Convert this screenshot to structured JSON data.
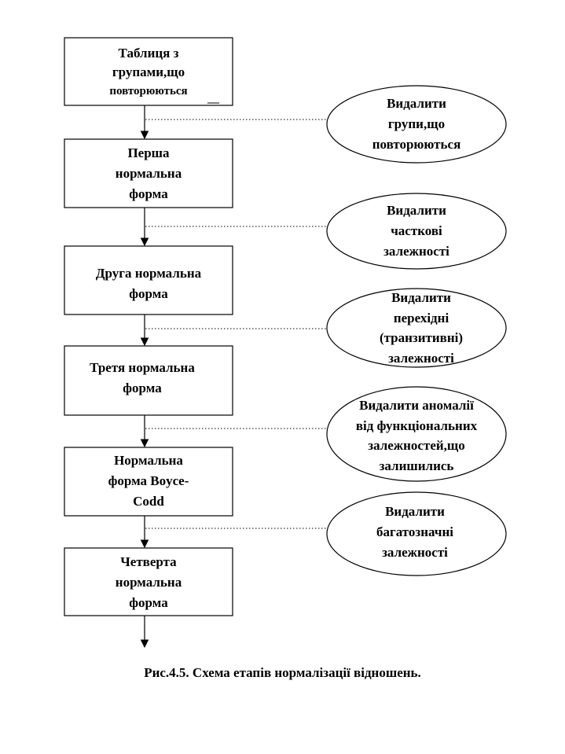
{
  "steps": [
    {
      "lines": [
        "Таблиця з",
        "групами,що",
        "повторюються"
      ]
    },
    {
      "lines": [
        "Перша",
        "нормальна",
        "форма"
      ]
    },
    {
      "lines": [
        "Друга нормальна",
        "форма"
      ]
    },
    {
      "lines": [
        "Третя нормальна",
        "форма"
      ]
    },
    {
      "lines": [
        "Нормальна",
        "форма Boyce-",
        "Codd"
      ]
    },
    {
      "lines": [
        "Четверта",
        "нормальна",
        "форма"
      ]
    }
  ],
  "actions": [
    {
      "lines": [
        "Видалити",
        "групи,що",
        "повторюються"
      ]
    },
    {
      "lines": [
        "Видалити",
        "часткові",
        "залежності"
      ]
    },
    {
      "lines": [
        "Видалити",
        "перехідні",
        "(транзитивні)",
        "залежності"
      ]
    },
    {
      "lines": [
        "Видалити аномалії",
        "від функціональних",
        "залежностей,що",
        "залишились"
      ]
    },
    {
      "lines": [
        "Видалити",
        "багатозначні",
        "залежності"
      ]
    }
  ],
  "caption": "Рис.4.5. Схема етапів нормалізації відношень."
}
